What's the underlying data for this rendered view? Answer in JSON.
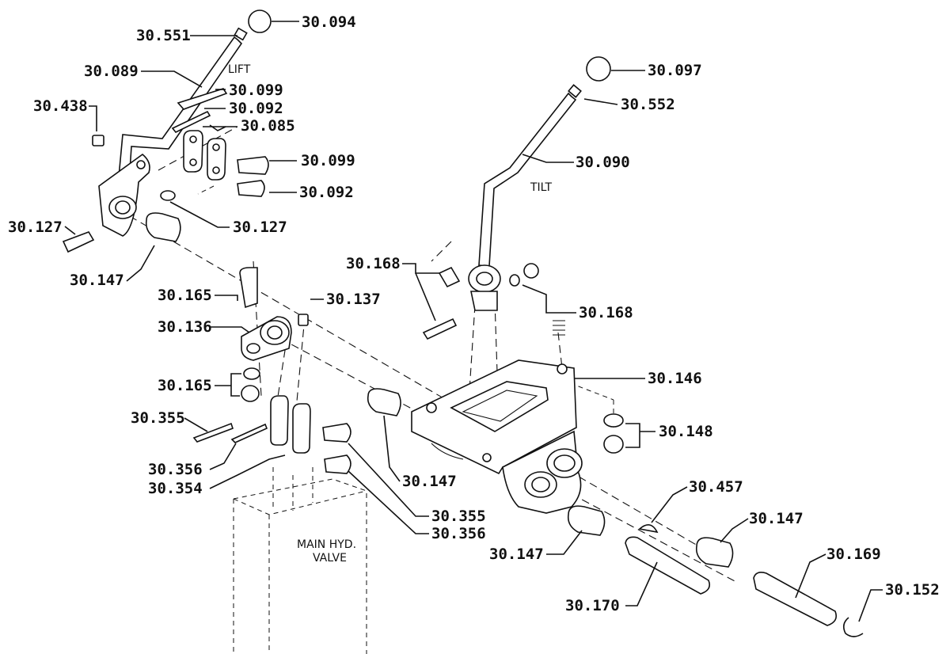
{
  "captions": {
    "lift": "LIFT",
    "tilt": "TILT",
    "valve_line1": "MAIN HYD.",
    "valve_line2": "VALVE"
  },
  "part_labels": [
    {
      "id": "knob-lift",
      "text": "30.094"
    },
    {
      "id": "adapter-lift",
      "text": "30.551"
    },
    {
      "id": "lever-lift",
      "text": "30.089"
    },
    {
      "id": "cotter-top",
      "text": "30.099"
    },
    {
      "id": "pin-clip-top",
      "text": "30.092"
    },
    {
      "id": "link-plates-top",
      "text": "30.085"
    },
    {
      "id": "spacer-lift",
      "text": "30.438"
    },
    {
      "id": "clevis-pin-1",
      "text": "30.099"
    },
    {
      "id": "clevis-pin-2",
      "text": "30.092"
    },
    {
      "id": "bolt-lift",
      "text": "30.127"
    },
    {
      "id": "nut-lift",
      "text": "30.127"
    },
    {
      "id": "bushing-lift",
      "text": "30.147"
    },
    {
      "id": "knob-tilt",
      "text": "30.097"
    },
    {
      "id": "adapter-tilt",
      "text": "30.552"
    },
    {
      "id": "lever-tilt",
      "text": "30.090"
    },
    {
      "id": "bolt-tilt",
      "text": "30.168"
    },
    {
      "id": "nut-tilt",
      "text": "30.168"
    },
    {
      "id": "bolt-arm",
      "text": "30.165"
    },
    {
      "id": "spacer-arm",
      "text": "30.137"
    },
    {
      "id": "arm",
      "text": "30.136"
    },
    {
      "id": "nut-arm",
      "text": "30.165"
    },
    {
      "id": "cotter-low",
      "text": "30.355"
    },
    {
      "id": "clip-low",
      "text": "30.356"
    },
    {
      "id": "link-plates-low",
      "text": "30.354"
    },
    {
      "id": "bushing-mid",
      "text": "30.147"
    },
    {
      "id": "pin-low-1",
      "text": "30.355"
    },
    {
      "id": "pin-low-2",
      "text": "30.356"
    },
    {
      "id": "bracket",
      "text": "30.146"
    },
    {
      "id": "nuts-bracket",
      "text": "30.148"
    },
    {
      "id": "key",
      "text": "30.457"
    },
    {
      "id": "bushing-right",
      "text": "30.147"
    },
    {
      "id": "bushing-lower",
      "text": "30.147"
    },
    {
      "id": "shaft-long",
      "text": "30.169"
    },
    {
      "id": "snap-ring",
      "text": "30.152"
    },
    {
      "id": "shaft-short",
      "text": "30.170"
    }
  ]
}
